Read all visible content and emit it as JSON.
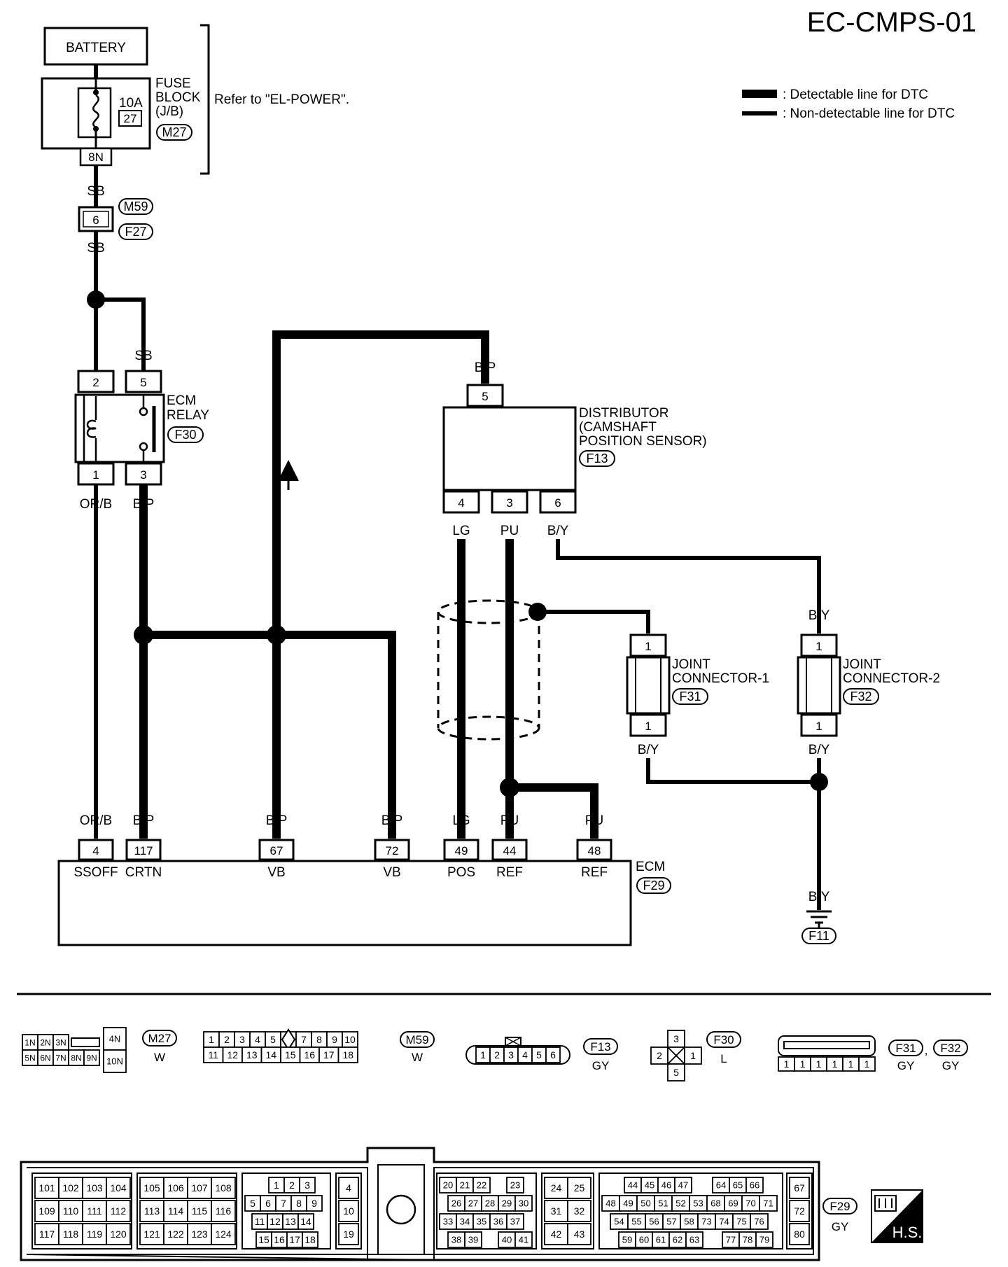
{
  "diagram_id": "EC-CMPS-01",
  "legend": {
    "detectable": ": Detectable line for DTC",
    "non_detectable": ": Non-detectable line for DTC"
  },
  "battery": "BATTERY",
  "fuse": {
    "title_lines": [
      "FUSE",
      "BLOCK",
      "(J/B)"
    ],
    "amps": "10A",
    "number": "27",
    "connector": "M27",
    "terminal": "8N",
    "refer": "Refer to \"EL-POWER\"."
  },
  "wires": {
    "sb": "SB",
    "orb": "OR/B",
    "bp": "B/P",
    "lg": "LG",
    "pu": "PU",
    "by": "B/Y"
  },
  "inline_connector": {
    "pin": "6",
    "top": "M59",
    "bottom": "F27"
  },
  "ecm_relay": {
    "title_lines": [
      "ECM",
      "RELAY"
    ],
    "connector": "F30",
    "pins": {
      "p2": "2",
      "p5": "5",
      "p1": "1",
      "p3": "3"
    }
  },
  "distributor": {
    "title_lines": [
      "DISTRIBUTOR",
      "(CAMSHAFT",
      "POSITION SENSOR)"
    ],
    "connector": "F13",
    "pins": {
      "p5": "5",
      "p4": "4",
      "p3": "3",
      "p6": "6"
    }
  },
  "joint1": {
    "title_lines": [
      "JOINT",
      "CONNECTOR-1"
    ],
    "connector": "F31",
    "pin": "1"
  },
  "joint2": {
    "title_lines": [
      "JOINT",
      "CONNECTOR-2"
    ],
    "connector": "F32",
    "pin": "1"
  },
  "ground": {
    "connector": "F11"
  },
  "ecm": {
    "title": "ECM",
    "connector": "F29",
    "terminals": [
      {
        "pin": "4",
        "name": "SSOFF"
      },
      {
        "pin": "117",
        "name": "CRTN"
      },
      {
        "pin": "67",
        "name": "VB"
      },
      {
        "pin": "72",
        "name": "VB"
      },
      {
        "pin": "49",
        "name": "POS"
      },
      {
        "pin": "44",
        "name": "REF"
      },
      {
        "pin": "48",
        "name": "REF"
      }
    ]
  },
  "connector_views": {
    "m27": {
      "id": "M27",
      "color": "W",
      "row1": [
        "1N",
        "2N",
        "3N"
      ],
      "row2": [
        "5N",
        "6N",
        "7N",
        "8N",
        "9N"
      ],
      "side_top": "4N",
      "side_bottom": "10N"
    },
    "m59": {
      "id": "M59",
      "color": "W",
      "row1": [
        "1",
        "2",
        "3",
        "4",
        "5",
        "6",
        "7",
        "8",
        "9",
        "10"
      ],
      "row2": [
        "11",
        "12",
        "13",
        "14",
        "15",
        "16",
        "17",
        "18"
      ]
    },
    "f13": {
      "id": "F13",
      "color": "GY",
      "pins": [
        "1",
        "2",
        "3",
        "4",
        "5",
        "6"
      ]
    },
    "f30": {
      "id": "F30",
      "color": "L",
      "pins": {
        "top": "3",
        "left": "2",
        "right": "1",
        "bottom": "5"
      }
    },
    "f31": {
      "id": "F31",
      "sep": ",",
      "color": "GY",
      "pins": [
        "1",
        "1",
        "1",
        "1",
        "1",
        "1"
      ]
    },
    "f32": {
      "id": "F32",
      "color": "GY"
    },
    "f29": {
      "id": "F29",
      "color": "GY",
      "b1": [
        [
          "101",
          "102",
          "103",
          "104"
        ],
        [
          "109",
          "110",
          "111",
          "112"
        ],
        [
          "117",
          "118",
          "119",
          "120"
        ]
      ],
      "b2": [
        [
          "105",
          "106",
          "107",
          "108"
        ],
        [
          "113",
          "114",
          "115",
          "116"
        ],
        [
          "121",
          "122",
          "123",
          "124"
        ]
      ],
      "b3r1": [
        "1",
        "2",
        "3"
      ],
      "b3r2": [
        "5",
        "6",
        "7",
        "8",
        "9"
      ],
      "b3r3": [
        "11",
        "12",
        "13",
        "14"
      ],
      "b3r4": [
        "15",
        "16",
        "17",
        "18"
      ],
      "b4": [
        "4",
        "10",
        "19"
      ],
      "b5r1": [
        "20",
        "21",
        "22",
        "23"
      ],
      "b5r2": [
        "26",
        "27",
        "28",
        "29",
        "30"
      ],
      "b5r3": [
        "33",
        "34",
        "35",
        "36",
        "37"
      ],
      "b5r4": [
        "38",
        "39",
        "40",
        "41"
      ],
      "b6": [
        [
          "24",
          "25"
        ],
        [
          "31",
          "32"
        ],
        [
          "42",
          "43"
        ]
      ],
      "b7r1": [
        "44",
        "45",
        "46",
        "47",
        "64",
        "65",
        "66"
      ],
      "b7r2": [
        "48",
        "49",
        "50",
        "51",
        "52",
        "53",
        "68",
        "69",
        "70",
        "71"
      ],
      "b7r3": [
        "54",
        "55",
        "56",
        "57",
        "58",
        "73",
        "74",
        "75",
        "76"
      ],
      "b7r4": [
        "59",
        "60",
        "61",
        "62",
        "63",
        "77",
        "78",
        "79"
      ],
      "b8": [
        "67",
        "72",
        "80"
      ]
    }
  },
  "hs_label": "H.S."
}
